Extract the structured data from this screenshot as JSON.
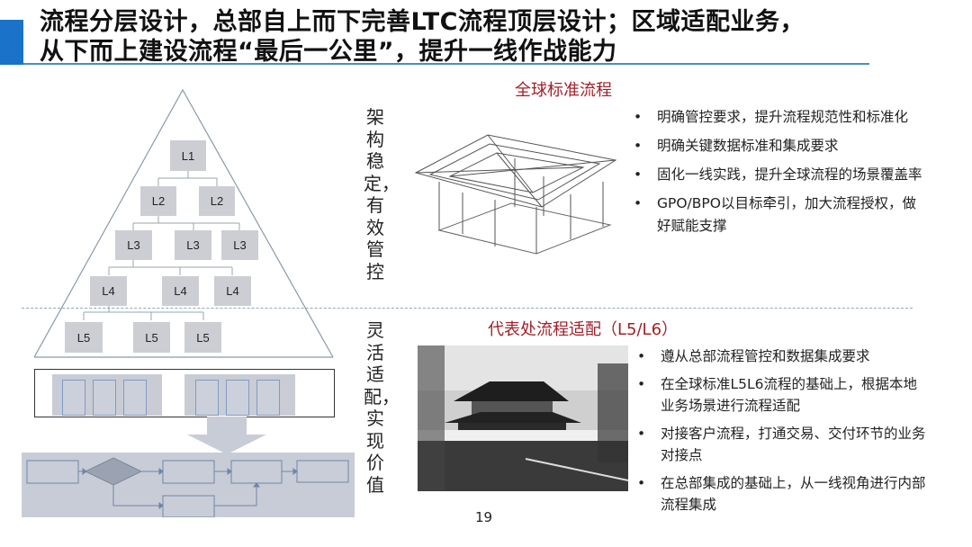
{
  "header": {
    "title_line1": "流程分层设计，总部自上而下完善LTC流程顶层设计；区域适配业务，",
    "title_line2": "从下而上建设流程“最后一公里”，提升一线作战能力",
    "accent_color": "#1a73c8"
  },
  "pyramid": {
    "levels": [
      {
        "label": "L1"
      },
      {
        "label": "L2"
      },
      {
        "label": "L2"
      },
      {
        "label": "L3"
      },
      {
        "label": "L3"
      },
      {
        "label": "L3"
      },
      {
        "label": "L4"
      },
      {
        "label": "L4"
      },
      {
        "label": "L4"
      },
      {
        "label": "L5"
      },
      {
        "label": "L5"
      },
      {
        "label": "L5"
      }
    ]
  },
  "left_labels": {
    "top": "架构稳定，有效管控",
    "bottom": "灵活适配，实现价值"
  },
  "global_section": {
    "title": "全球标准流程",
    "title_color": "#a0202a",
    "bullets": [
      "明确管控要求，提升流程规范性和标准化",
      "明确关键数据标准和集成要求",
      "固化一线实践，提升全球流程的场景覆盖率",
      "GPO/BPO以目标牵引，加大流程授权，做好赋能支撑"
    ]
  },
  "local_section": {
    "title": "代表处流程适配（L5/L6）",
    "title_color": "#a0202a",
    "bullets": [
      "遵从总部流程管控和数据集成要求",
      "在全球标准L5L6流程的基础上，根据本地业务场景进行流程适配",
      "对接客户流程，打通交易、交付环节的业务对接点",
      "在总部集成的基础上，从一线视角进行内部流程集成"
    ]
  },
  "footer": {
    "page_number": "19"
  }
}
